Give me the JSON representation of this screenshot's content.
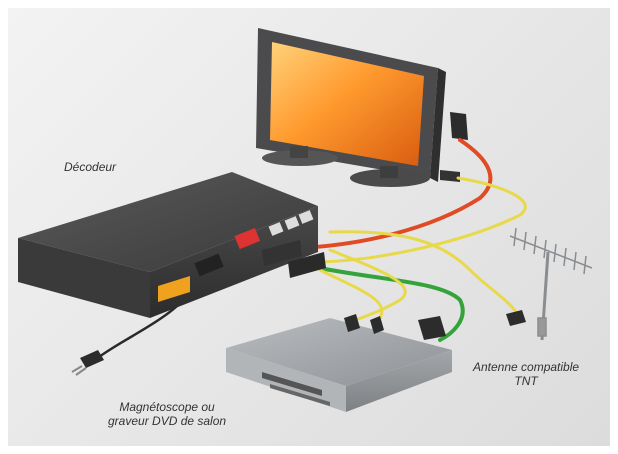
{
  "labels": {
    "decoder": "Décodeur",
    "recorder_line1": "Magnétoscope ou",
    "recorder_line2": "graveur DVD de salon",
    "antenna_line1": "Antenne compatible",
    "antenna_line2": "TNT"
  },
  "devices": [
    {
      "name": "television",
      "icon": "tv-icon"
    },
    {
      "name": "decoder",
      "icon": "set-top-box-icon"
    },
    {
      "name": "recorder",
      "icon": "vcr-dvd-recorder-icon"
    },
    {
      "name": "antenna",
      "icon": "tv-antenna-icon"
    }
  ],
  "cable_colors": {
    "red": "#e04a25",
    "yellow": "#e8d94a",
    "green": "#35a33c",
    "black": "#2a2a2a"
  }
}
